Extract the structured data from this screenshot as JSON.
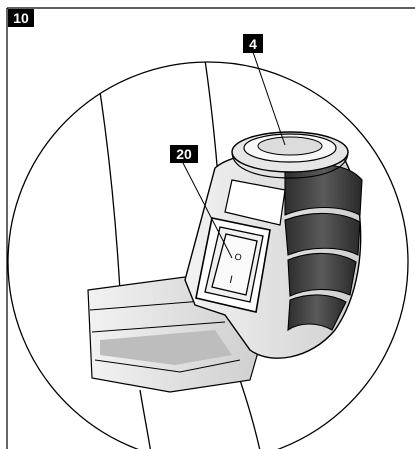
{
  "figure": {
    "number": "10",
    "callouts": {
      "part_top": "4",
      "switch": "20"
    },
    "switch_symbols": {
      "on": "I",
      "off": "O"
    }
  },
  "colors": {
    "line": "#000000",
    "tag_fill": "#000000",
    "tag_text": "#ffffff",
    "body_light": "#d8d8d8",
    "body_dark": "#3a3a3a",
    "background": "#ffffff"
  }
}
